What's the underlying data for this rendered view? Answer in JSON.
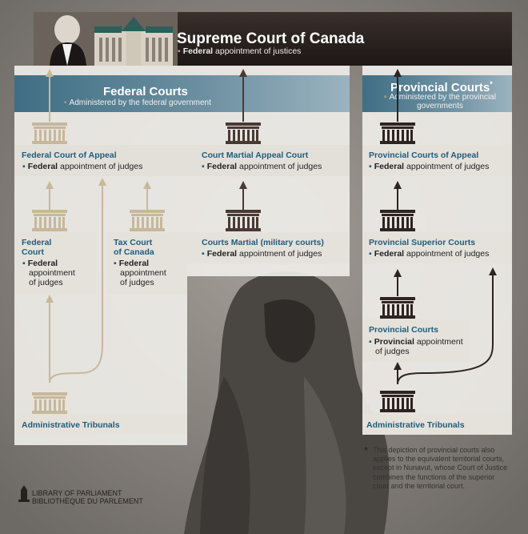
{
  "colors": {
    "federal_bullet": "#b39b73",
    "court_name": "#1f5c7a",
    "federal_building": "#c7b89b",
    "military_building": "#4a3a34",
    "provincial_building": "#2f2421",
    "band_blue": "#3f6e84",
    "header_dark": "#1d1715"
  },
  "supreme": {
    "title": "Supreme Court of Canada",
    "sub_bold": "Federal",
    "sub_rest": " appointment of justices"
  },
  "federal": {
    "title": "Federal Courts",
    "subtitle": "Administered by the federal government"
  },
  "provincial": {
    "title": "Provincial Courts",
    "star": "*",
    "subtitle_line1": "Administered by the provincial",
    "subtitle_line2": "governments"
  },
  "courts": {
    "fed_appeal": {
      "name": "Federal Court of Appeal",
      "bold": "Federal",
      "rest": " appointment of judges"
    },
    "fed_court": {
      "name1": "Federal",
      "name2": "Court",
      "bold": "Federal",
      "rest1": "appointment",
      "rest2": "of judges"
    },
    "tax_court": {
      "name1": "Tax Court",
      "name2": "of Canada",
      "bold": "Federal",
      "rest1": "appointment",
      "rest2": "of judges"
    },
    "martial_appeal": {
      "name": "Court Martial Appeal Court",
      "bold": "Federal",
      "rest": " appointment of judges"
    },
    "martial": {
      "name": "Courts Martial (military courts)",
      "bold": "Federal",
      "rest": " appointment of judges"
    },
    "prov_appeal": {
      "name": "Provincial Courts of Appeal",
      "bold": "Federal",
      "rest": " appointment of judges"
    },
    "prov_superior": {
      "name": "Provincial Superior Courts",
      "bold": "Federal",
      "rest": " appointment of judges"
    },
    "prov_courts": {
      "name": "Provincial Courts",
      "bold": "Provincial",
      "rest": " appointment",
      "rest2": "of judges"
    },
    "admin_fed": {
      "name": "Administrative Tribunals"
    },
    "admin_prov": {
      "name": "Administrative Tribunals"
    }
  },
  "footnote": {
    "star": "*",
    "text": "This depiction of provincial courts also applies to the equivalent territorial courts, except in Nunavut, whose Court of Justice combines the functions of the superior court and the territorial court."
  },
  "library": {
    "line1": "LIBRARY OF PARLIAMENT",
    "line2": "BIBLIOTHÈQUE DU PARLEMENT"
  }
}
